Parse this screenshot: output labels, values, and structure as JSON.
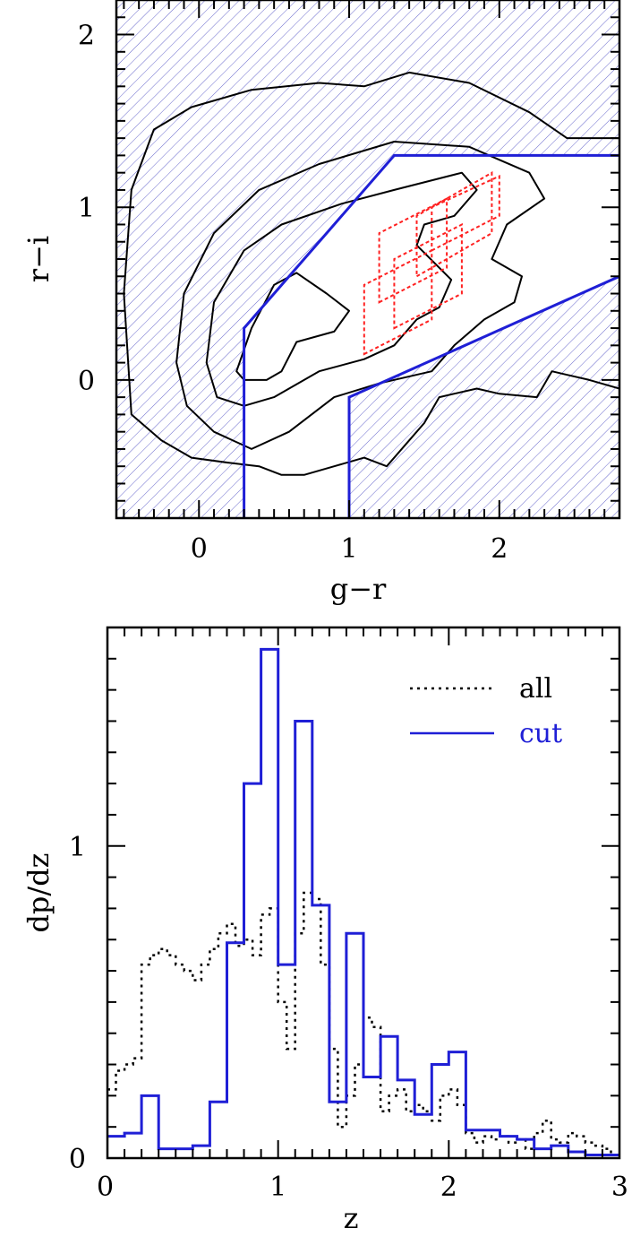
{
  "chart_data": [
    {
      "type": "scatter",
      "subtype": "contour",
      "title": "",
      "xlabel": "g−r",
      "ylabel": "r−i",
      "xlim": [
        -0.55,
        2.8
      ],
      "ylim": [
        -0.8,
        2.2
      ],
      "xticks": [
        0,
        1,
        2
      ],
      "xtick_labels": [
        "0",
        "1",
        "2"
      ],
      "yticks": [
        0,
        1,
        2
      ],
      "ytick_labels": [
        "0",
        "1",
        "2"
      ],
      "grid": false,
      "hatch_color": "#6a6acd",
      "cut_color": "#1f1fd6",
      "box_color": "#ff2020",
      "contour_color": "#000000",
      "hatched_region": "outside the color cut selection polygon",
      "cut_boundaries": [
        {
          "name": "upper-left",
          "points": [
            [
              0.3,
              -0.8
            ],
            [
              0.3,
              0.3
            ],
            [
              1.3,
              1.3
            ],
            [
              2.8,
              1.3
            ]
          ]
        },
        {
          "name": "lower-right",
          "points": [
            [
              1.0,
              -0.8
            ],
            [
              1.0,
              -0.1
            ],
            [
              2.8,
              0.6
            ]
          ]
        }
      ],
      "contours": [
        {
          "level": "inner",
          "points": [
            [
              0.25,
              0.05
            ],
            [
              0.35,
              0.3
            ],
            [
              0.5,
              0.55
            ],
            [
              0.65,
              0.62
            ],
            [
              0.85,
              0.5
            ],
            [
              1.0,
              0.4
            ],
            [
              0.9,
              0.28
            ],
            [
              0.65,
              0.22
            ],
            [
              0.55,
              0.05
            ],
            [
              0.45,
              0.0
            ],
            [
              0.3,
              0.0
            ]
          ]
        },
        {
          "level": "second",
          "points": [
            [
              0.05,
              0.1
            ],
            [
              0.1,
              0.45
            ],
            [
              0.3,
              0.75
            ],
            [
              0.55,
              0.9
            ],
            [
              0.95,
              1.02
            ],
            [
              1.3,
              1.1
            ],
            [
              1.75,
              1.2
            ],
            [
              1.85,
              1.1
            ],
            [
              1.7,
              0.95
            ],
            [
              1.5,
              0.9
            ],
            [
              1.45,
              0.78
            ],
            [
              1.68,
              0.58
            ],
            [
              1.6,
              0.42
            ],
            [
              1.45,
              0.35
            ],
            [
              1.3,
              0.2
            ],
            [
              1.1,
              0.12
            ],
            [
              0.8,
              0.05
            ],
            [
              0.5,
              -0.1
            ],
            [
              0.3,
              -0.15
            ],
            [
              0.12,
              -0.1
            ]
          ]
        },
        {
          "level": "third",
          "points": [
            [
              -0.15,
              0.1
            ],
            [
              -0.1,
              0.5
            ],
            [
              0.1,
              0.85
            ],
            [
              0.4,
              1.1
            ],
            [
              0.8,
              1.25
            ],
            [
              1.3,
              1.38
            ],
            [
              1.8,
              1.35
            ],
            [
              2.2,
              1.2
            ],
            [
              2.3,
              1.05
            ],
            [
              2.05,
              0.9
            ],
            [
              1.95,
              0.7
            ],
            [
              2.15,
              0.6
            ],
            [
              2.1,
              0.45
            ],
            [
              1.9,
              0.35
            ],
            [
              1.7,
              0.2
            ],
            [
              1.55,
              0.05
            ],
            [
              1.2,
              -0.02
            ],
            [
              0.9,
              -0.1
            ],
            [
              0.6,
              -0.3
            ],
            [
              0.35,
              -0.4
            ],
            [
              0.1,
              -0.3
            ],
            [
              -0.08,
              -0.15
            ]
          ]
        },
        {
          "level": "outer",
          "points": [
            [
              -0.45,
              -0.2
            ],
            [
              -0.5,
              0.5
            ],
            [
              -0.45,
              1.1
            ],
            [
              -0.3,
              1.45
            ],
            [
              -0.05,
              1.58
            ],
            [
              0.35,
              1.68
            ],
            [
              0.8,
              1.72
            ],
            [
              1.1,
              1.7
            ],
            [
              1.4,
              1.78
            ],
            [
              1.8,
              1.72
            ],
            [
              2.2,
              1.55
            ],
            [
              2.45,
              1.4
            ],
            [
              2.8,
              1.4
            ],
            [
              2.8,
              -0.05
            ],
            [
              2.6,
              0.0
            ],
            [
              2.35,
              0.05
            ],
            [
              2.25,
              -0.1
            ],
            [
              2.0,
              -0.08
            ],
            [
              1.85,
              -0.05
            ],
            [
              1.6,
              -0.1
            ],
            [
              1.5,
              -0.25
            ],
            [
              1.4,
              -0.35
            ],
            [
              1.25,
              -0.5
            ],
            [
              1.1,
              -0.45
            ],
            [
              0.9,
              -0.5
            ],
            [
              0.7,
              -0.55
            ],
            [
              0.55,
              -0.55
            ],
            [
              0.4,
              -0.5
            ],
            [
              0.2,
              -0.48
            ],
            [
              -0.05,
              -0.45
            ],
            [
              -0.25,
              -0.35
            ]
          ]
        }
      ],
      "selection_boxes": [
        [
          [
            1.2,
            0.45
          ],
          [
            1.65,
            0.65
          ],
          [
            1.65,
            1.05
          ],
          [
            1.2,
            0.85
          ]
        ],
        [
          [
            1.3,
            0.3
          ],
          [
            1.75,
            0.5
          ],
          [
            1.75,
            0.9
          ],
          [
            1.3,
            0.7
          ]
        ],
        [
          [
            1.45,
            0.6
          ],
          [
            1.95,
            0.85
          ],
          [
            1.95,
            1.2
          ],
          [
            1.45,
            0.95
          ]
        ],
        [
          [
            1.1,
            0.15
          ],
          [
            1.55,
            0.35
          ],
          [
            1.55,
            0.75
          ],
          [
            1.1,
            0.55
          ]
        ],
        [
          [
            1.55,
            0.75
          ],
          [
            2.0,
            0.95
          ],
          [
            2.0,
            1.18
          ],
          [
            1.55,
            1.0
          ]
        ]
      ]
    },
    {
      "type": "line",
      "subtype": "step",
      "title": "",
      "xlabel": "z",
      "ylabel": "dp/dz",
      "xlim": [
        0,
        3
      ],
      "ylim": [
        0,
        1.7
      ],
      "xticks": [
        0,
        1,
        2,
        3
      ],
      "xtick_labels": [
        "0",
        "1",
        "2",
        "3"
      ],
      "yticks": [
        0,
        1
      ],
      "ytick_labels": [
        "0",
        "1"
      ],
      "grid": false,
      "legend": {
        "placement": "top-right",
        "entries": [
          "all",
          "cut"
        ]
      },
      "bin_edges": [
        0,
        0.1,
        0.2,
        0.3,
        0.4,
        0.5,
        0.6,
        0.7,
        0.8,
        0.9,
        1.0,
        1.1,
        1.2,
        1.3,
        1.4,
        1.5,
        1.6,
        1.7,
        1.8,
        1.9,
        2.0,
        2.1,
        2.2,
        2.3,
        2.4,
        2.5,
        2.6,
        2.7,
        2.8,
        2.9,
        3.0
      ],
      "series": [
        {
          "name": "all",
          "style": "dotted",
          "color": "#000000",
          "x": [
            0,
            0.05,
            0.1,
            0.15,
            0.2,
            0.25,
            0.3,
            0.35,
            0.4,
            0.45,
            0.5,
            0.55,
            0.6,
            0.65,
            0.7,
            0.75,
            0.8,
            0.85,
            0.9,
            0.95,
            1.0,
            1.05,
            1.1,
            1.15,
            1.2,
            1.25,
            1.3,
            1.35,
            1.4,
            1.45,
            1.5,
            1.55,
            1.6,
            1.65,
            1.7,
            1.75,
            1.8,
            1.85,
            1.9,
            1.95,
            2.0,
            2.05,
            2.1,
            2.15,
            2.2,
            2.25,
            2.3,
            2.35,
            2.4,
            2.45,
            2.5,
            2.55,
            2.6,
            2.65,
            2.7,
            2.75,
            2.8,
            2.85,
            2.9,
            2.95
          ],
          "values": [
            0.22,
            0.28,
            0.3,
            0.32,
            0.62,
            0.65,
            0.67,
            0.65,
            0.62,
            0.6,
            0.57,
            0.62,
            0.67,
            0.72,
            0.75,
            0.68,
            0.7,
            0.65,
            0.78,
            0.8,
            0.5,
            0.35,
            0.72,
            0.85,
            0.83,
            0.62,
            0.35,
            0.1,
            0.2,
            0.3,
            0.45,
            0.42,
            0.15,
            0.2,
            0.22,
            0.15,
            0.17,
            0.15,
            0.12,
            0.2,
            0.22,
            0.17,
            0.08,
            0.05,
            0.07,
            0.06,
            0.07,
            0.05,
            0.06,
            0.03,
            0.08,
            0.12,
            0.06,
            0.05,
            0.08,
            0.07,
            0.05,
            0.04,
            0.03,
            0.01
          ]
        },
        {
          "name": "cut",
          "style": "solid",
          "color": "#1f1fd6",
          "x": [
            0,
            0.1,
            0.2,
            0.3,
            0.4,
            0.5,
            0.6,
            0.7,
            0.8,
            0.9,
            1.0,
            1.1,
            1.2,
            1.3,
            1.4,
            1.5,
            1.6,
            1.7,
            1.8,
            1.9,
            2.0,
            2.1,
            2.2,
            2.3,
            2.4,
            2.5,
            2.6,
            2.7,
            2.8,
            2.9
          ],
          "values": [
            0.07,
            0.08,
            0.2,
            0.03,
            0.03,
            0.04,
            0.18,
            0.69,
            1.2,
            1.63,
            0.62,
            1.4,
            0.81,
            0.18,
            0.72,
            0.26,
            0.39,
            0.25,
            0.14,
            0.3,
            0.34,
            0.09,
            0.09,
            0.07,
            0.06,
            0.03,
            0.04,
            0.02,
            0.01,
            0.01
          ]
        }
      ]
    }
  ]
}
